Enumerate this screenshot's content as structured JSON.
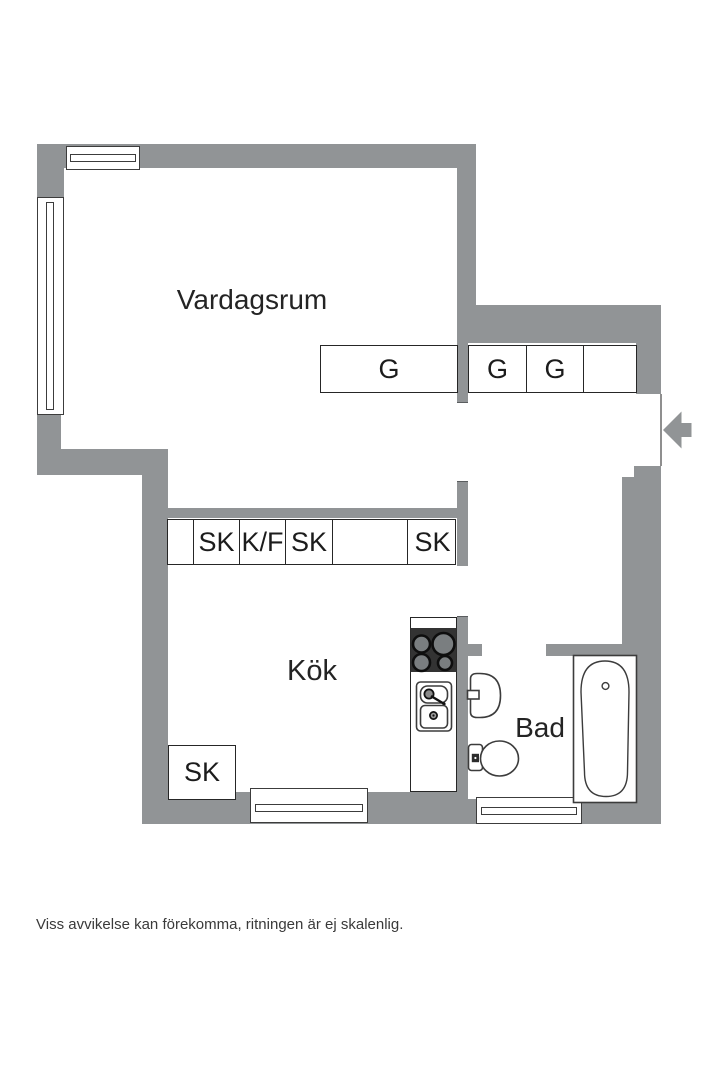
{
  "rooms": {
    "living": {
      "label": "Vardagsrum"
    },
    "kitchen": {
      "label": "Kök"
    },
    "bath": {
      "label": "Bad"
    }
  },
  "storage": {
    "living_wardrobe": {
      "label": "G"
    },
    "hall_wardrobes": [
      {
        "label": "G"
      },
      {
        "label": "G"
      },
      {
        "label": ""
      }
    ],
    "kitchen_cabinets": [
      {
        "label": ""
      },
      {
        "label": "SK"
      },
      {
        "label": "K/F"
      },
      {
        "label": "SK"
      },
      {
        "label": ""
      },
      {
        "label": "SK"
      }
    ],
    "corner_cabinet": {
      "label": "SK"
    }
  },
  "fixtures": [
    "stove",
    "kitchen-sink",
    "washbasin",
    "toilet",
    "bathtub"
  ],
  "windows": [
    "top-wall",
    "left-wall",
    "kitchen-bottom-wall",
    "bathroom-bottom-wall"
  ],
  "entrance": {
    "symbol": "arrow-left"
  },
  "footer": {
    "disclaimer": "Viss avvikelse kan förekomma, ritningen är ej skalenlig."
  },
  "colors": {
    "wall": "#919496",
    "outline": "#3c3c3c",
    "stove_top": "#333333",
    "background": "#ffffff",
    "text": "#1c1c1c"
  }
}
